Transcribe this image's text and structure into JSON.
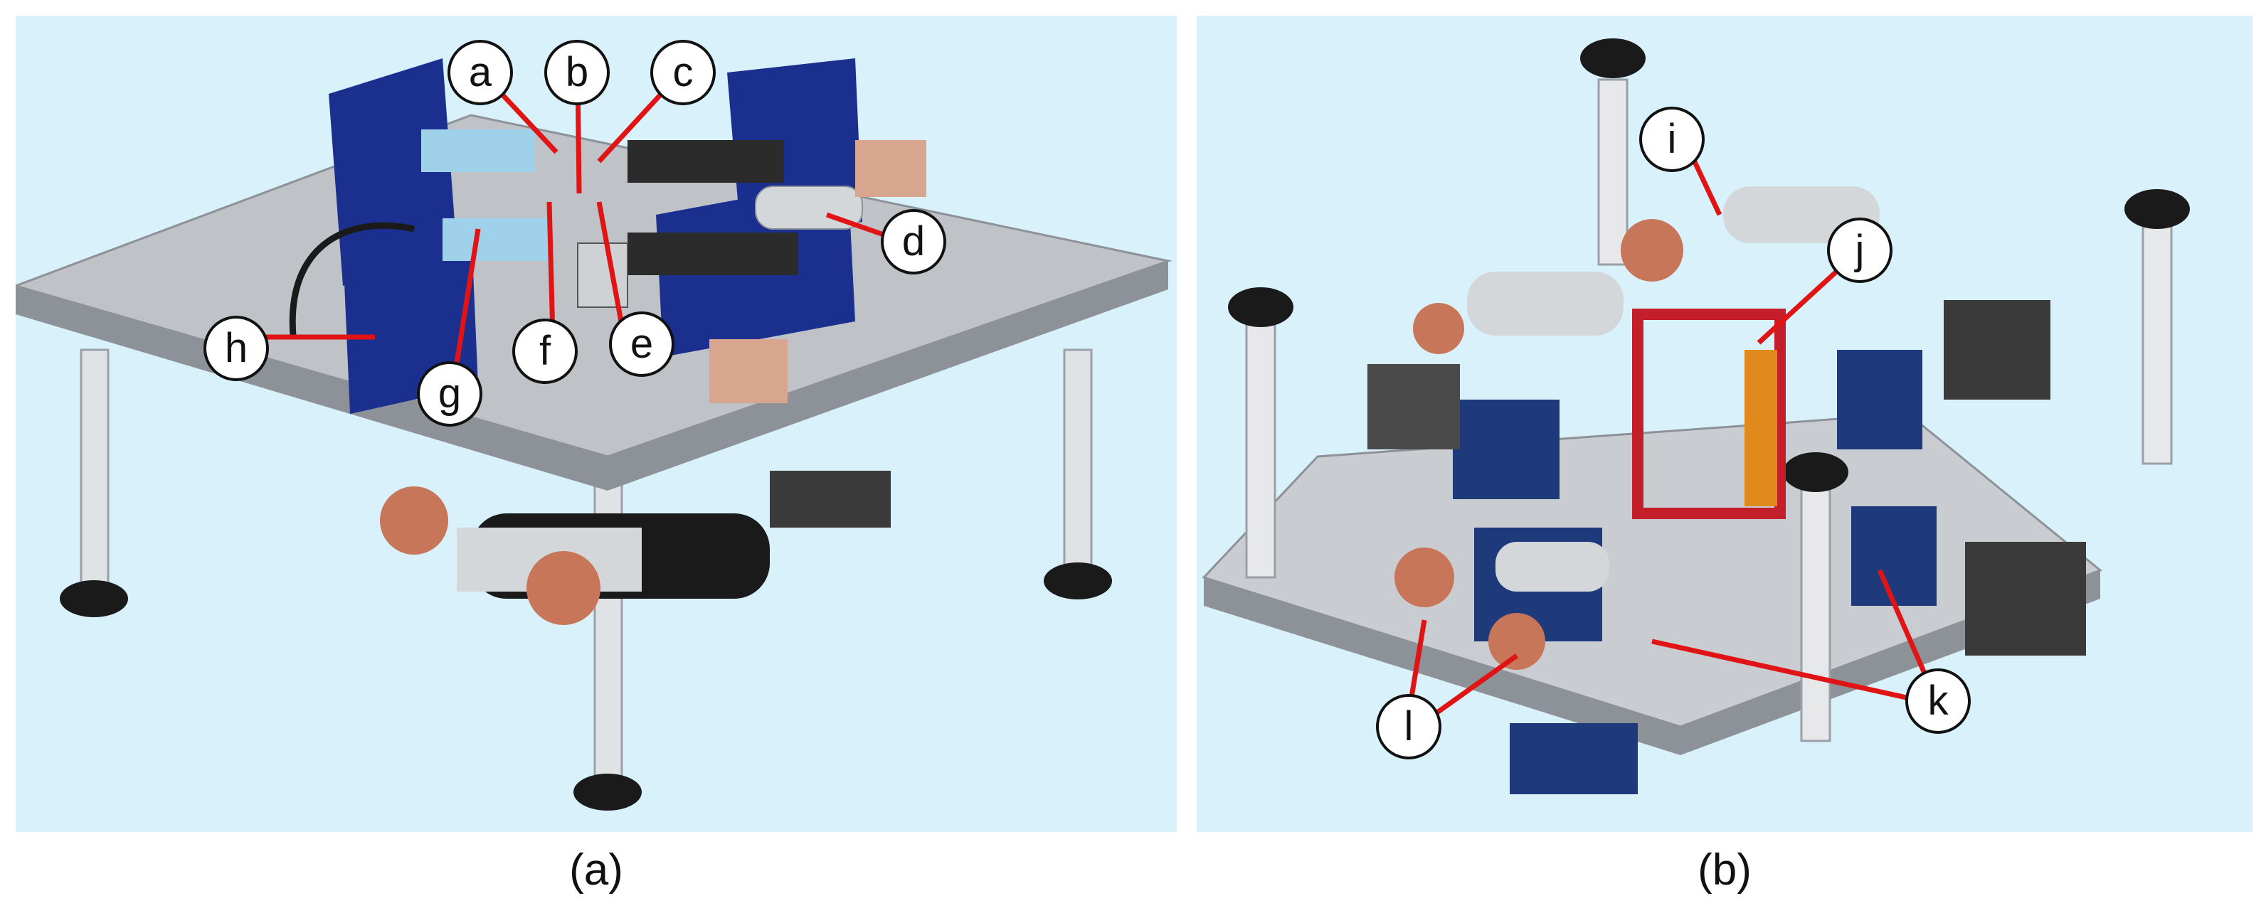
{
  "panels": [
    {
      "id": "a",
      "caption": "(a)",
      "callouts": [
        "a",
        "b",
        "c",
        "d",
        "e",
        "f",
        "g",
        "h"
      ]
    },
    {
      "id": "b",
      "caption": "(b)",
      "callouts": [
        "i",
        "j",
        "k",
        "l"
      ]
    }
  ],
  "colors": {
    "background": "#d8f1fa",
    "plate": "#b9bdc2",
    "plate_edge": "#8d9298",
    "blue_block": "#1b2f8f",
    "light_blue_part": "#9fd2ea",
    "copper_gear": "#c8765a",
    "leader_line": "#e01414",
    "foot": "#1a1a1a",
    "orange_rod": "#e08a1e",
    "red_frame": "#c41e2a"
  }
}
